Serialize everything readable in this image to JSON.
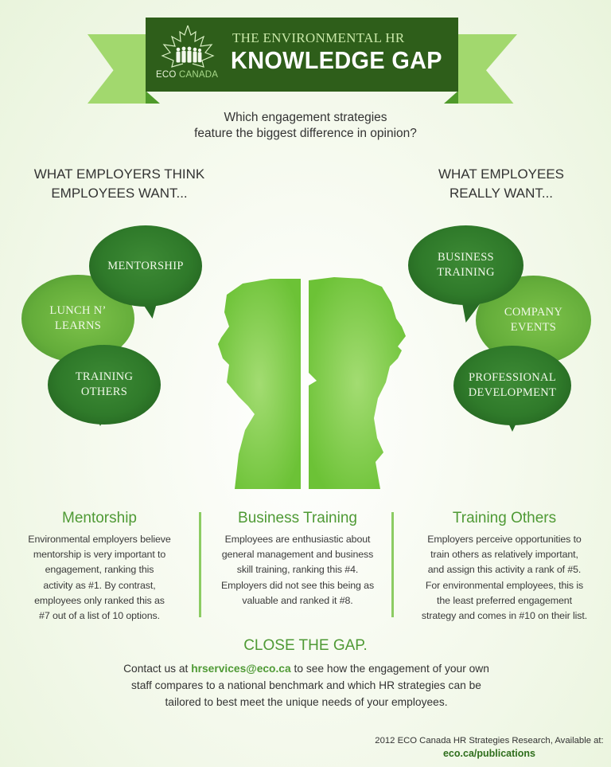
{
  "banner": {
    "logo": {
      "icon": "maple-leaf-people-icon",
      "text_eco": "ECO",
      "text_canada": "CANADA"
    },
    "subtitle": "THE ENVIRONMENTAL HR",
    "title": "KNOWLEDGE GAP"
  },
  "question": {
    "line1": "Which engagement strategies",
    "line2": "feature the biggest difference in opinion?"
  },
  "employers_column": {
    "heading_line1": "WHAT EMPLOYERS THINK",
    "heading_line2": "EMPLOYEES WANT...",
    "bubbles": [
      {
        "line1": "MENTORSHIP",
        "line2": ""
      },
      {
        "line1": "LUNCH N’",
        "line2": "LEARNS"
      },
      {
        "line1": "TRAINING",
        "line2": "OTHERS"
      }
    ]
  },
  "employees_column": {
    "heading_line1": "WHAT EMPLOYEES",
    "heading_line2": "REALLY WANT...",
    "bubbles": [
      {
        "line1": "BUSINESS",
        "line2": "TRAINING"
      },
      {
        "line1": "COMPANY",
        "line2": "EVENTS"
      },
      {
        "line1": "PROFESSIONAL",
        "line2": "DEVELOPMENT"
      }
    ]
  },
  "illustration": {
    "icon": "two-heads-silhouette-icon"
  },
  "sections": [
    {
      "title": "Mentorship",
      "lines": [
        "Environmental employers believe",
        "mentorship is very important to",
        "engagement, ranking this",
        "activity as #1. By contrast,",
        "employees only ranked this as",
        "#7 out of a list of 10 options."
      ]
    },
    {
      "title": "Business Training",
      "lines": [
        "Employees are enthusiastic about",
        "general management and business",
        "skill training, ranking this #4.",
        "Employers did not see this being as",
        "valuable and ranked it #8."
      ]
    },
    {
      "title": "Training Others",
      "lines": [
        "Employers perceive opportunities to",
        "train others as relatively important,",
        "and assign this activity a rank of #5.",
        "For environmental employees, this is",
        "the least preferred engagement",
        "strategy and comes in #10 on their list."
      ]
    }
  ],
  "cta": {
    "title": "CLOSE THE GAP.",
    "prefix": "Contact us at ",
    "email": "hrservices@eco.ca",
    "suffix": " to see how the engagement of your own",
    "line2": "staff compares to a national benchmark and which HR strategies can be",
    "line3": "tailored to best meet the unique needs of your employees."
  },
  "source": {
    "text": "2012 ECO Canada HR Strategies Research, Available at:",
    "link": "eco.ca/publications"
  },
  "colors": {
    "banner_dark": "#2e5e1a",
    "ribbon_light": "#a2d86e",
    "accent_green": "#4f9a35",
    "bubble_dark": "#2f7a2a",
    "bubble_light": "#64ad3a",
    "silhouette": "#7cc94a"
  }
}
